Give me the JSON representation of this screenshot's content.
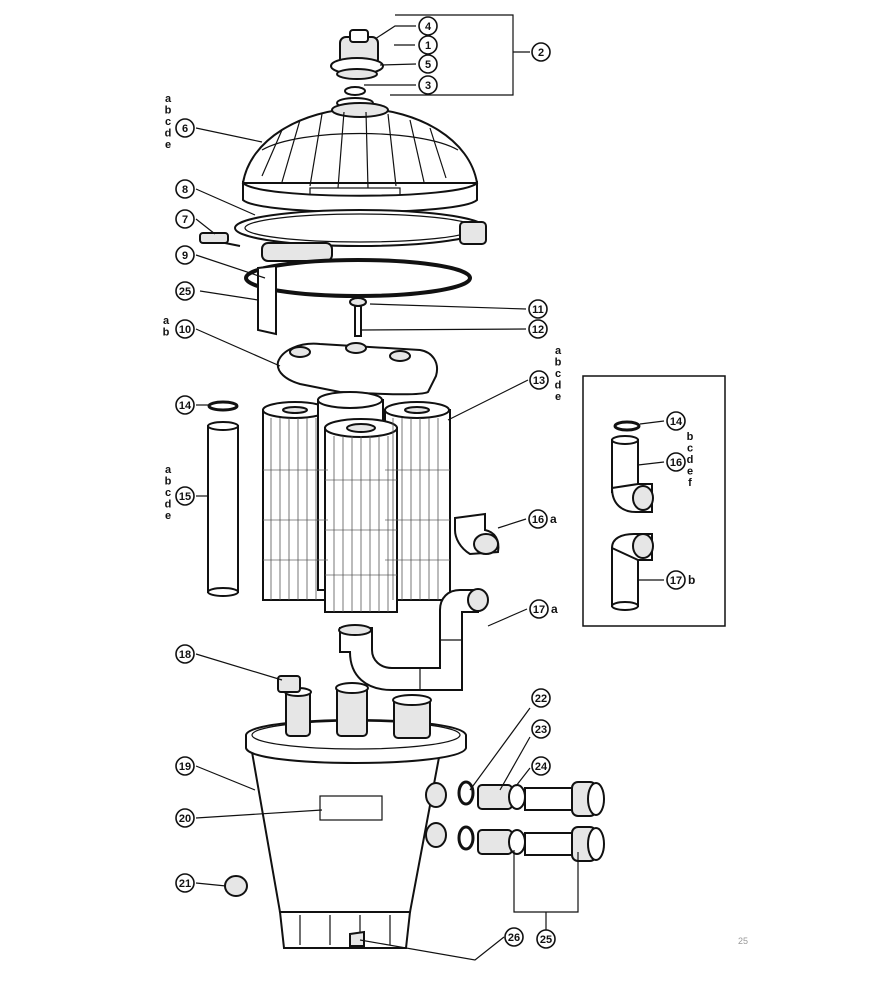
{
  "callouts": [
    {
      "id": "c1",
      "num": "1"
    },
    {
      "id": "c2",
      "num": "2"
    },
    {
      "id": "c3",
      "num": "3"
    },
    {
      "id": "c4",
      "num": "4"
    },
    {
      "id": "c5",
      "num": "5"
    },
    {
      "id": "c6",
      "num": "6"
    },
    {
      "id": "c7",
      "num": "7"
    },
    {
      "id": "c8",
      "num": "8"
    },
    {
      "id": "c9",
      "num": "9"
    },
    {
      "id": "c25a",
      "num": "25"
    },
    {
      "id": "c10",
      "num": "10"
    },
    {
      "id": "c11",
      "num": "11"
    },
    {
      "id": "c12",
      "num": "12"
    },
    {
      "id": "c13",
      "num": "13"
    },
    {
      "id": "c14a",
      "num": "14"
    },
    {
      "id": "c15",
      "num": "15"
    },
    {
      "id": "c16a",
      "num": "16"
    },
    {
      "id": "c17a",
      "num": "17"
    },
    {
      "id": "c14b",
      "num": "14"
    },
    {
      "id": "c16b",
      "num": "16"
    },
    {
      "id": "c17b",
      "num": "17"
    },
    {
      "id": "c18",
      "num": "18"
    },
    {
      "id": "c19",
      "num": "19"
    },
    {
      "id": "c20",
      "num": "20"
    },
    {
      "id": "c21",
      "num": "21"
    },
    {
      "id": "c22",
      "num": "22"
    },
    {
      "id": "c23",
      "num": "23"
    },
    {
      "id": "c24",
      "num": "24"
    },
    {
      "id": "c25b",
      "num": "25"
    },
    {
      "id": "c26",
      "num": "26"
    }
  ],
  "suffixes": {
    "s16a": "a",
    "s17a": "a",
    "s17b": "b"
  },
  "variants": {
    "v6": [
      "a",
      "b",
      "c",
      "d",
      "e"
    ],
    "v10": [
      "a",
      "b"
    ],
    "v13": [
      "a",
      "b",
      "c",
      "d",
      "e"
    ],
    "v15": [
      "a",
      "b",
      "c",
      "d",
      "e"
    ],
    "v16b": [
      "b",
      "c",
      "d",
      "e",
      "f"
    ]
  },
  "footer_mark": "25"
}
